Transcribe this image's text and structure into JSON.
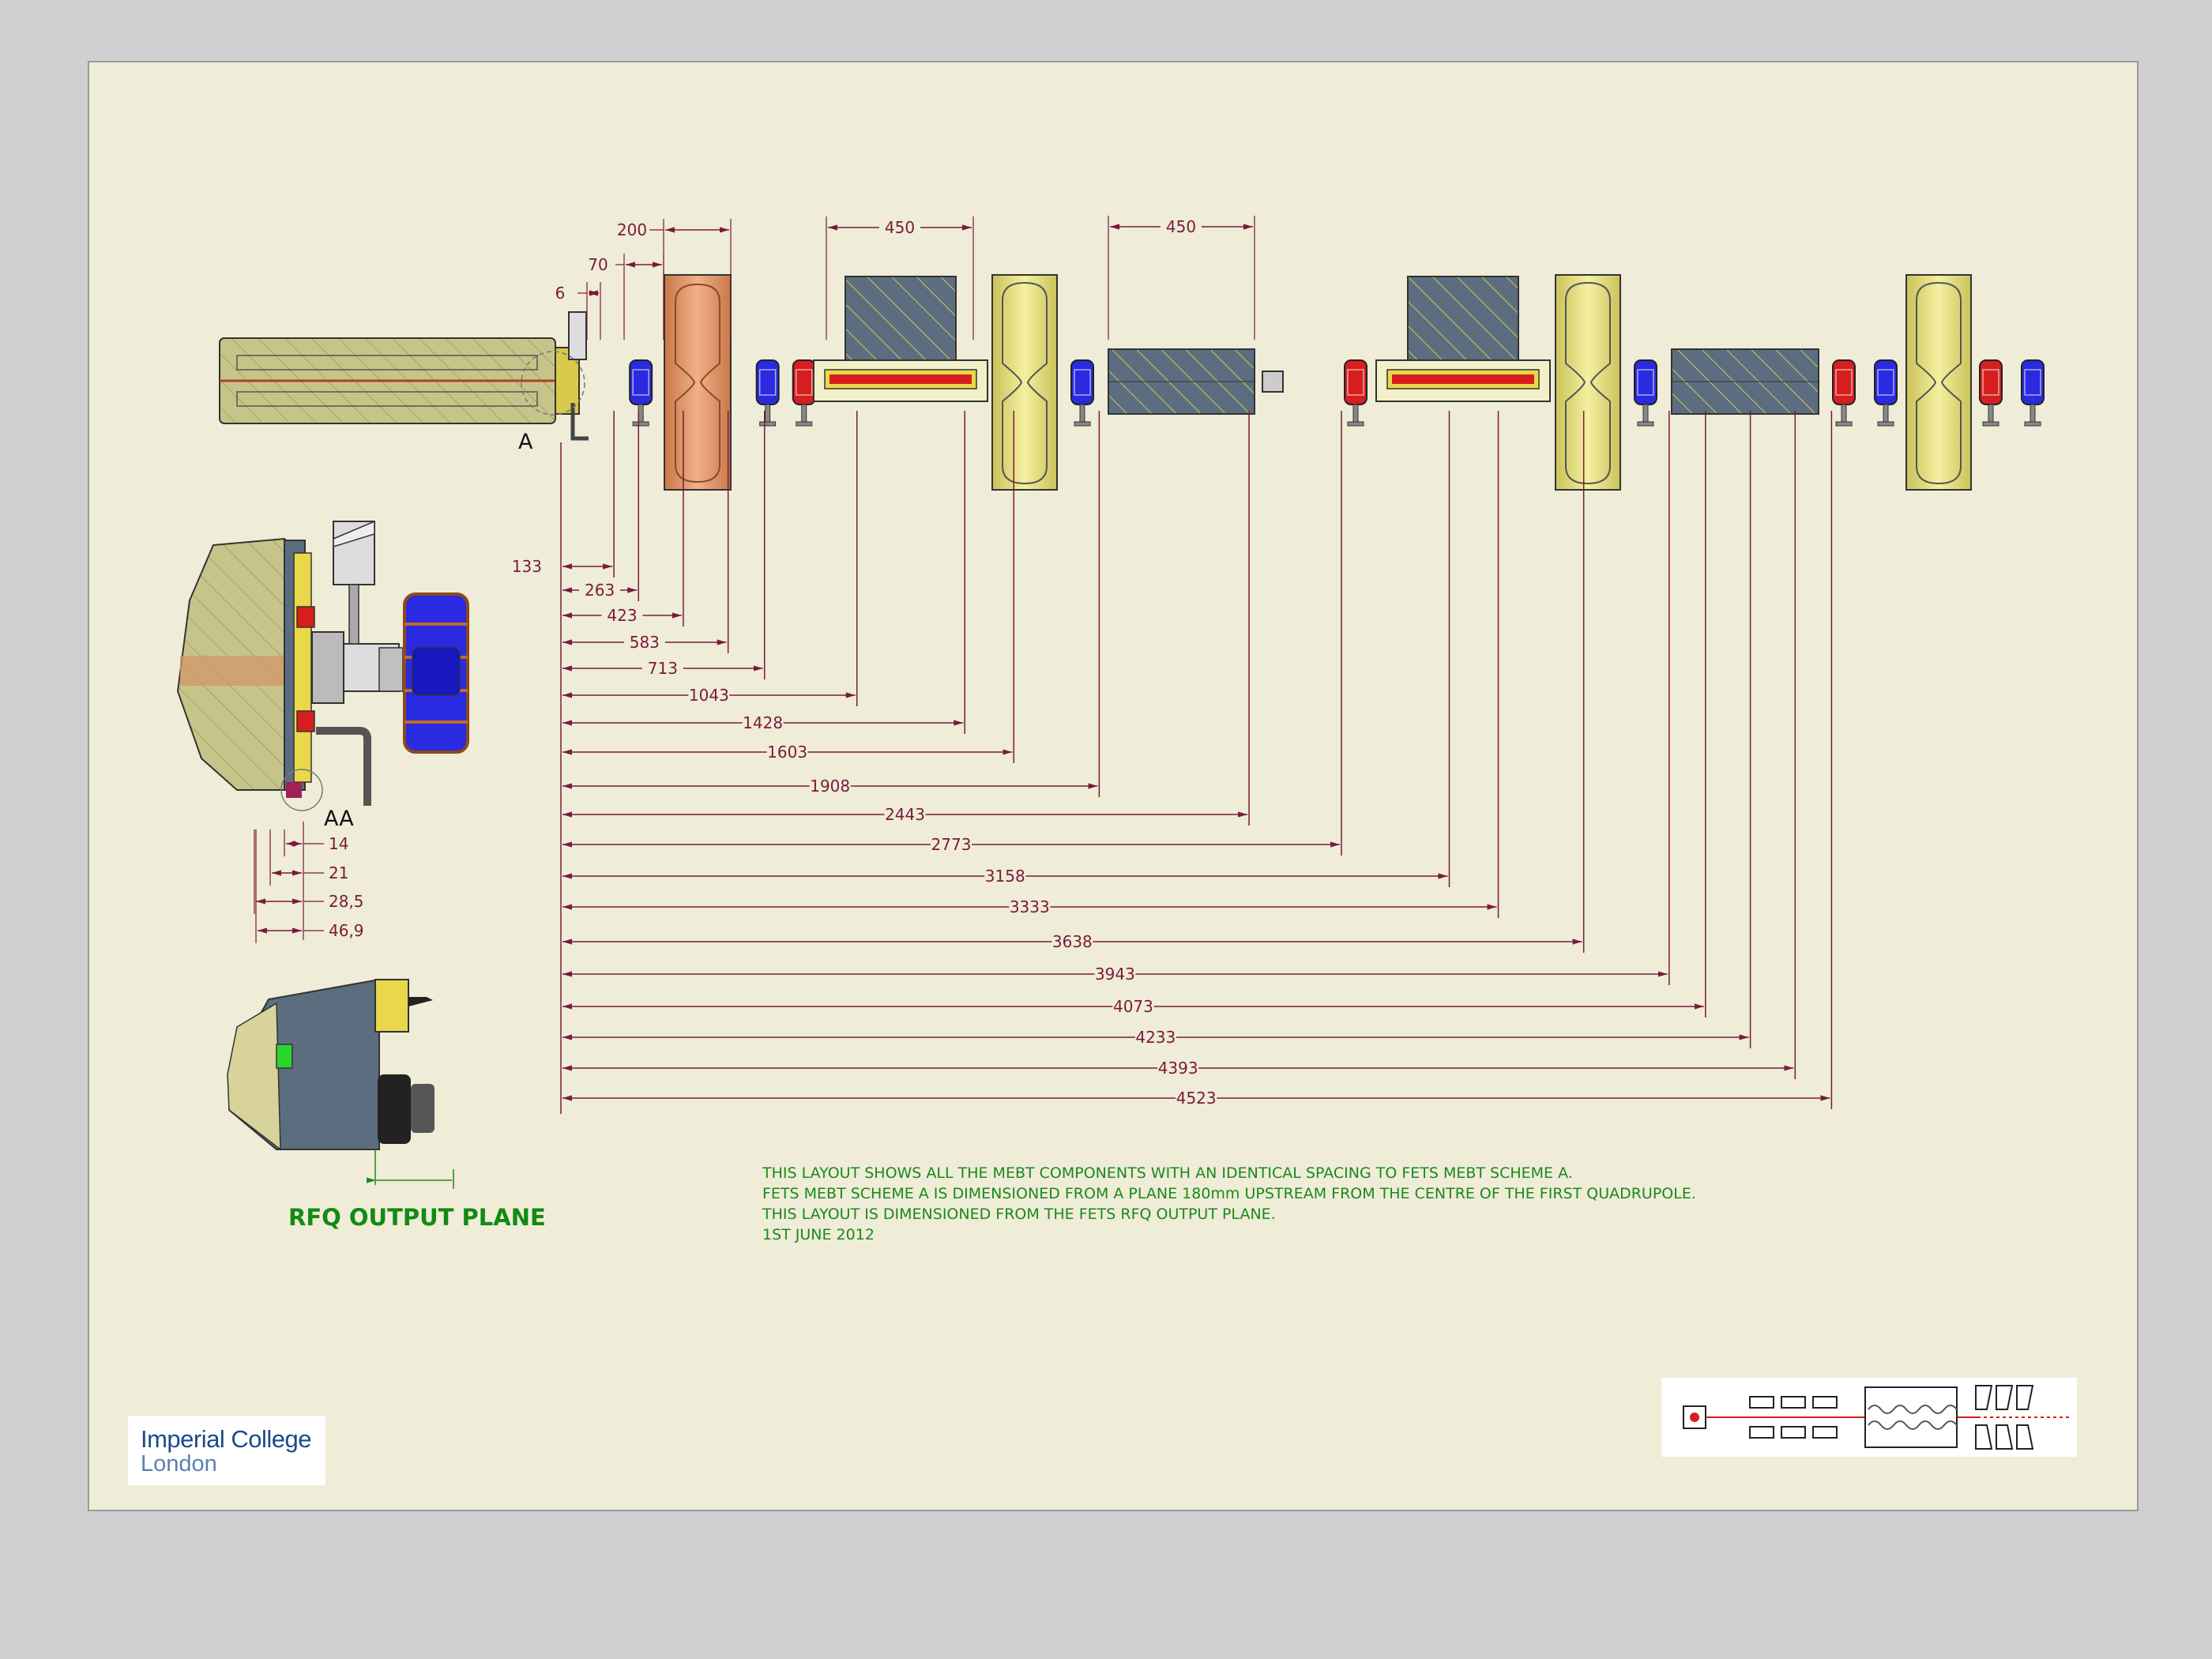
{
  "drawing": {
    "section_label_a": "A",
    "section_label_aa": "AA",
    "rfq_output_plane_label": "RFQ OUTPUT PLANE",
    "notes": [
      "THIS LAYOUT SHOWS ALL THE MEBT COMPONENTS WITH AN IDENTICAL SPACING TO FETS MEBT SCHEME A.",
      "FETS MEBT SCHEME A IS DIMENSIONED FROM A PLANE 180mm UPSTREAM FROM THE CENTRE OF THE FIRST QUADRUPOLE.",
      "THIS LAYOUT IS DIMENSIONED FROM THE FETS RFQ OUTPUT PLANE.",
      "1ST JUNE 2012"
    ],
    "top_dimensions": [
      "200",
      "70",
      "6",
      "450",
      "450"
    ],
    "detail_dimensions": [
      "14",
      "21",
      "28,5",
      "46,9"
    ],
    "station_dimensions": [
      "133",
      "263",
      "423",
      "583",
      "713",
      "1043",
      "1428",
      "1603",
      "1908",
      "2443",
      "2773",
      "3158",
      "3333",
      "3638",
      "3943",
      "4073",
      "4233",
      "4393",
      "4523"
    ]
  },
  "logo": {
    "line1": "Imperial College",
    "line2": "London"
  },
  "colors": {
    "dimension": "#7a1b3a",
    "note_text": "#1a8a1a",
    "quadrupole_blue": "#2a2ae0",
    "steerer_red": "#d61e1e",
    "dipole_slate": "#5d6d80",
    "cavity_yellow": "#e6e27a",
    "chopper_copper": "#d9885a",
    "sheet_background": "#efecd8"
  }
}
